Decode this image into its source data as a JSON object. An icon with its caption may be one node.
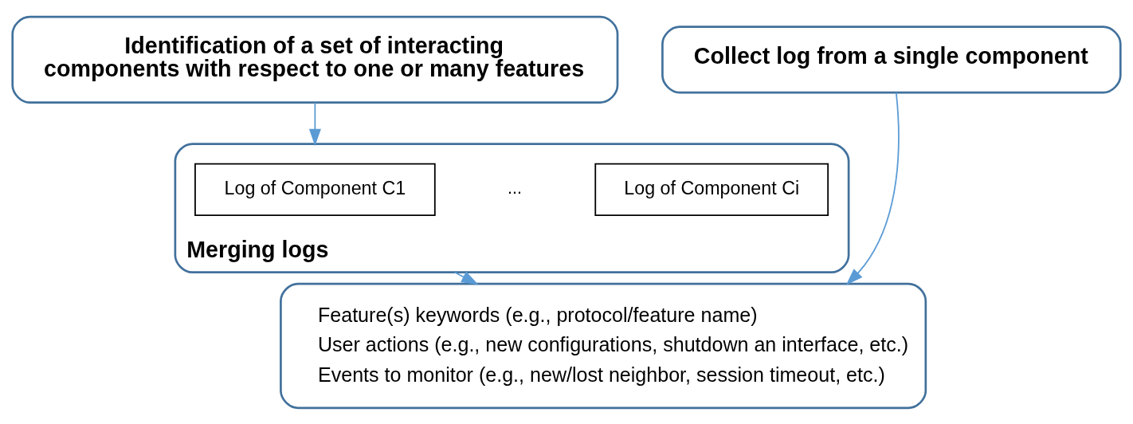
{
  "diagram": {
    "nodes": [
      {
        "text": [
          "Identification of a set of interacting components with respect to one or many features"
        ]
      },
      {
        "text": [
          "Collect log from a single component"
        ]
      },
      {
        "text": [
          "Merging logs"
        ]
      },
      {
        "text": [
          "Log of Component C1"
        ],
        "in": 2
      },
      {
        "text": [
          "Log of Component Ci"
        ],
        "in": 2
      },
      {
        "text": [
          "Feature(s) keywords (e.g., protocol/feature name)",
          "User actions (e.g., new configurations, shutdown an interface, etc.)",
          "Events to monitor (e.g., new/lost neighbor, session timeout, etc.)"
        ]
      }
    ],
    "edges": [
      {
        "from": 0,
        "to": 2,
        "arrow": "to"
      },
      {
        "from": 2,
        "to": 5,
        "arrow": "to"
      },
      {
        "from": 1,
        "to": 5,
        "arrow": "to"
      }
    ],
    "labels": [
      "..."
    ]
  }
}
